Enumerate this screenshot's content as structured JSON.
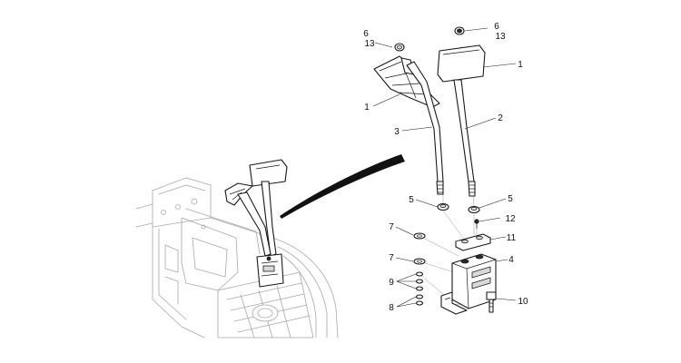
{
  "callouts": {
    "c1a": "1",
    "c1b": "1",
    "c2": "2",
    "c3": "3",
    "c4": "4",
    "c5a": "5",
    "c5b": "5",
    "c6a": "6",
    "c6b": "6",
    "c7a": "7",
    "c7b": "7",
    "c8": "8",
    "c9": "9",
    "c10": "10",
    "c11": "11",
    "c12": "12",
    "c13a": "13",
    "c13b": "13"
  }
}
